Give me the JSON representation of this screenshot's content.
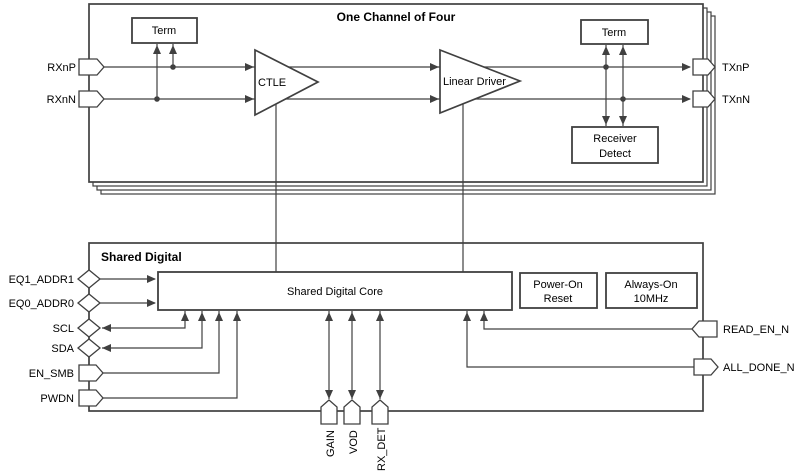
{
  "colors": {
    "line": "#404040",
    "text": "#000000",
    "background": "#ffffff",
    "block_fill": "#ffffff"
  },
  "channel": {
    "title": "One Channel of Four",
    "term_left": "Term",
    "term_right": "Term",
    "ctle": "CTLE",
    "linear_driver": "Linear Driver",
    "receiver_detect": {
      "line1": "Receiver",
      "line2": "Detect"
    },
    "pins": {
      "rxnp": "RXnP",
      "rxnn": "RXnN",
      "txnp": "TXnP",
      "txnn": "TXnN"
    }
  },
  "shared": {
    "title": "Shared Digital",
    "core": "Shared Digital Core",
    "power_on_reset": {
      "line1": "Power-On",
      "line2": "Reset"
    },
    "always_on": {
      "line1": "Always-On",
      "line2": "10MHz"
    },
    "pins_left": {
      "eq1": "EQ1_ADDR1",
      "eq0": "EQ0_ADDR0",
      "scl": "SCL",
      "sda": "SDA",
      "en_smb": "EN_SMB",
      "pwdn": "PWDN"
    },
    "pins_right": {
      "read_en": "READ_EN_N",
      "all_done": "ALL_DONE_N"
    },
    "pins_bottom": {
      "gain": "GAIN",
      "vod": "VOD",
      "rx_det": "RX_DET"
    }
  }
}
